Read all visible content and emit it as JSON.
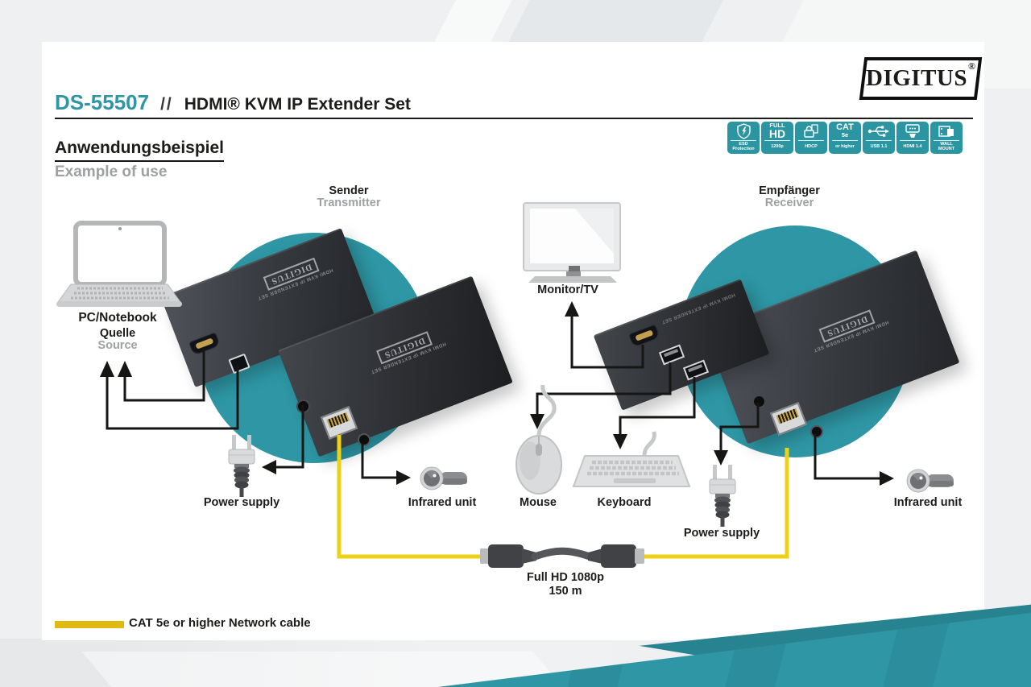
{
  "brand": {
    "logo_text": "DIGITUS",
    "registered": "®"
  },
  "header": {
    "product_id": "DS-55507",
    "separator": "//",
    "title": "HDMI® KVM IP Extender Set"
  },
  "section": {
    "title_de": "Anwendungsbeispiel",
    "title_en": "Example of use"
  },
  "badges": [
    {
      "label": "ESD Protection",
      "icon": "shield-flash-icon"
    },
    {
      "top": "FULL",
      "mid": "HD",
      "label": "1200p"
    },
    {
      "label": "HDCP",
      "icon": "lock-icon"
    },
    {
      "top": "CAT",
      "mid": "5e",
      "label": "or higher"
    },
    {
      "label": "USB 1.1",
      "icon": "usb-icon"
    },
    {
      "label": "HDMI 1.4",
      "icon": "hdmi-icon"
    },
    {
      "label": "WALL MOUNT",
      "icon": "wall-mount-icon"
    }
  ],
  "diagram": {
    "transmitter": {
      "label_de": "Sender",
      "label_en": "Transmitter"
    },
    "receiver": {
      "label_de": "Empfänger",
      "label_en": "Receiver"
    },
    "source": {
      "label": "PC/Notebook",
      "sub_de": "Quelle",
      "sub_en": "Source"
    },
    "monitor": {
      "label": "Monitor/TV"
    },
    "mouse": {
      "label": "Mouse"
    },
    "keyboard": {
      "label": "Keyboard"
    },
    "power_left": {
      "label": "Power supply"
    },
    "power_right": {
      "label": "Power supply"
    },
    "infrared_left": {
      "label": "Infrared unit"
    },
    "infrared_right": {
      "label": "Infrared unit"
    },
    "cable": {
      "line1": "Full HD 1080p",
      "line2": "150 m"
    },
    "device_stamp": {
      "brand": "DIGITUS",
      "title": "HDMI KVM IP EXTENDER SET"
    }
  },
  "legend": {
    "label": "CAT 5e or higher Network cable"
  },
  "colors": {
    "teal": "#2E96A4",
    "teal_dark": "#27838F",
    "yellow_legend": "#E0BA10",
    "yellow_cable": "#EDD117",
    "ink": "#1C1C1A",
    "gray": "#9EA0A2"
  }
}
